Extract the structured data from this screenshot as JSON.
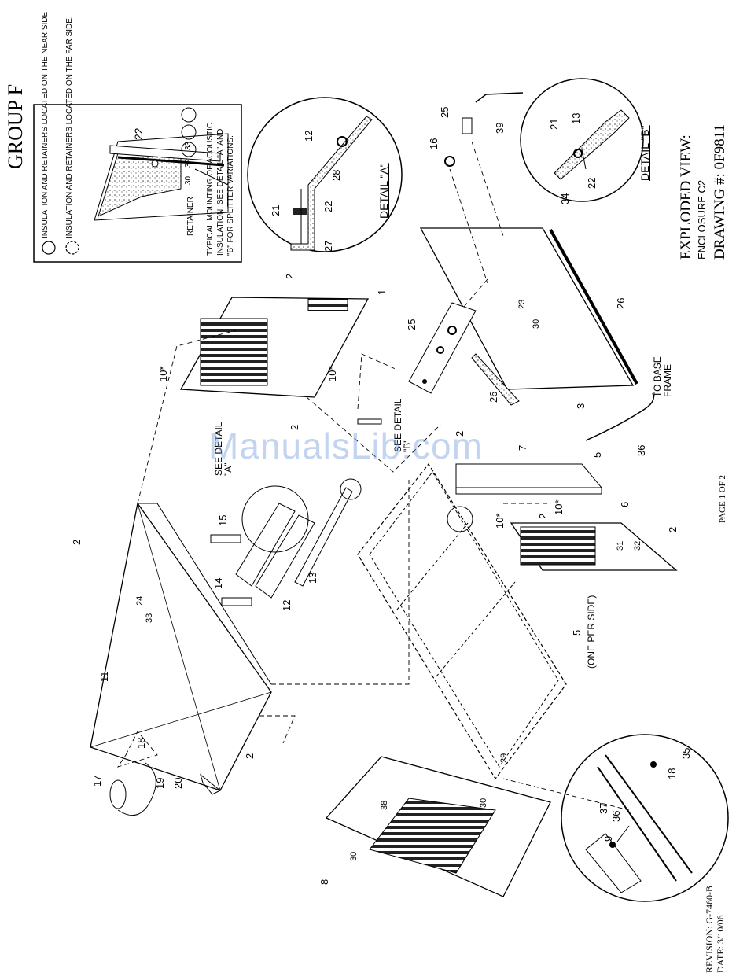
{
  "group_title": "GROUP F",
  "watermark": "ManualsLib.com",
  "legend": {
    "near_side": "INSULATION AND RETAINERS LOCATED ON THE NEAR SIDE",
    "far_side": "INSULATION AND RETAINERS LOCATED ON THE FAR SIDE.",
    "retainer": "RETAINER",
    "retainer_refs": [
      "30",
      "32",
      "33"
    ],
    "inset_callout": "22",
    "note_line1": "TYPICAL MOUNTING OF ACOUSTIC",
    "note_line2": "INSULATION. SEE DETAIL \"A\" AND",
    "note_line3": "\"B\" FOR SPLITTER VARIATIONS."
  },
  "detail_a": {
    "title": "DETAIL \"A\"",
    "callouts": [
      "12",
      "28",
      "21",
      "22",
      "27"
    ]
  },
  "detail_b": {
    "title": "DETAIL \"B\"",
    "callouts": [
      "21",
      "13",
      "34",
      "22"
    ]
  },
  "see_detail_a": "SEE DETAIL \"A\"",
  "see_detail_b": "SEE DETAIL \"B\"",
  "one_per_side": "(ONE PER SIDE)",
  "to_base_frame": "TO BASE FRAME",
  "drawing_info": {
    "title": "EXPLODED VIEW:",
    "subtitle": "ENCLOSURE C2",
    "drawing_no": "DRAWING #: 0F9811"
  },
  "page": "PAGE 1 OF 2",
  "revision": "REVISION: G-7460-B",
  "date": "DATE: 3/10/06",
  "callouts": [
    "1",
    "2",
    "3",
    "5",
    "6",
    "7",
    "8",
    "9",
    "10*",
    "11",
    "12",
    "13",
    "14",
    "15",
    "16",
    "17",
    "18",
    "19",
    "20",
    "25",
    "26",
    "35",
    "36",
    "37",
    "39"
  ],
  "insulation_refs": [
    "23",
    "24",
    "29",
    "30",
    "31",
    "32",
    "33",
    "38"
  ]
}
